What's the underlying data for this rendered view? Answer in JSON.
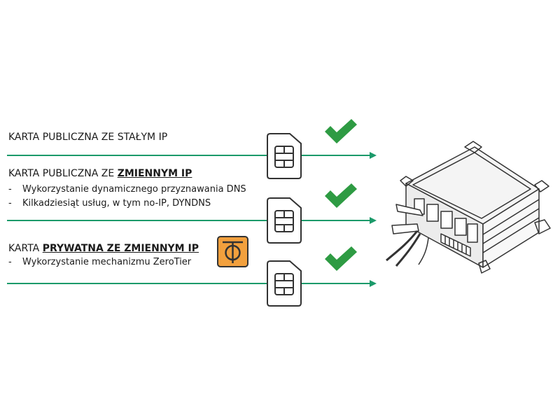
{
  "colors": {
    "line": "#1b9a6a",
    "check": "#2e9b43",
    "zerotier": "#f2a03d",
    "outline": "#333333"
  },
  "rows": [
    {
      "heading_prefix": "KARTA PUBLICZNA ZE STAŁYM IP",
      "heading_bold": "",
      "heading_suffix": "",
      "bullets": []
    },
    {
      "heading_prefix": "KARTA PUBLICZNA ZE ",
      "heading_bold": "ZMIENNYM IP",
      "heading_suffix": "",
      "bullets": [
        "Wykorzystanie dynamicznego przyznawania DNS",
        "Kilkadziesiąt usług, w tym no-IP, DYNDNS"
      ]
    },
    {
      "heading_prefix": "KARTA ",
      "heading_bold": "PRYWATNA ZE ZMIENNYM IP",
      "heading_suffix": "",
      "bullets": [
        "Wykorzystanie mechanizmu ZeroTier"
      ]
    }
  ],
  "bullet_marker": "-",
  "icons": [
    "sim-card-icon",
    "check-icon",
    "zerotier-logo-icon",
    "router-device-icon"
  ]
}
